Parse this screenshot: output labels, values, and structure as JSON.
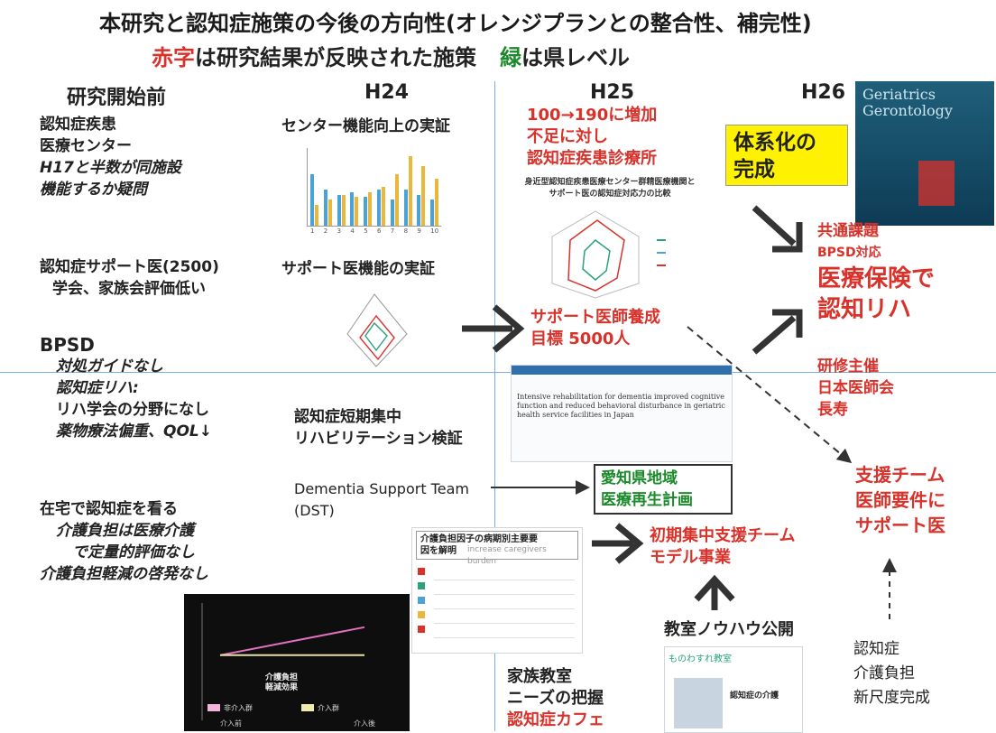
{
  "header": {
    "title": "本研究と認知症施策の今後の方向性(オレンジプランとの整合性、補完性)",
    "subtitle_red": "赤字",
    "subtitle_mid": "は研究結果が反映された施策",
    "subtitle_green": "緑",
    "subtitle_tail": "は県レベル"
  },
  "columns": {
    "pre": "研究開始前",
    "h24": "H24",
    "h25": "H25",
    "h26": "H26"
  },
  "pre_research": {
    "center_1": "認知症疾患",
    "center_2": "医療センター",
    "center_3": "H17と半数が同施設",
    "center_4": "機能するか疑問",
    "support_1": "認知症サポート医(2500)",
    "support_2": "学会、家族会評価低い",
    "bpsd_1": "BPSD",
    "bpsd_2": "対処ガイドなし",
    "bpsd_3": "認知症リハ:",
    "bpsd_4": "リハ学会の分野になし",
    "bpsd_5": "薬物療法偏重、QOL↓",
    "home_1": "在宅で認知症を看る",
    "home_2": "介護負担は医療介護",
    "home_3": "で定量的評価なし",
    "home_4": "介護負担軽減の啓発なし"
  },
  "h24": {
    "center_label": "センター機能向上の実証",
    "support_label": "サポート医機能の実証",
    "rehab_1": "認知症短期集中",
    "rehab_2": "リハビリテーション検証",
    "dst_1": "Dementia Support Team",
    "dst_2": "(DST)"
  },
  "h25": {
    "increase_1": "100→190に増加",
    "increase_2": "不足に対し",
    "increase_3": "認知症疾患診療所",
    "radar_title_1": "身近型認知症疾患医療センター群精医療機関と",
    "radar_title_2": "サポート医の認知症対応力の比較",
    "support_train_1": "サポート医師養成",
    "support_train_2": "目標 5000人",
    "paper_text_1": "Intensive rehabilitation for dementia improved cognitive",
    "paper_text_2": "function and reduced behavioral disturbance in geriatric",
    "paper_text_3": "health service facilities in Japan",
    "aichi_1": "愛知県地域",
    "aichi_2": "医療再生計画",
    "burden_title_1": "介護負担因子の病期別主要要",
    "burden_title_2": "因を解明",
    "burden_overlay": "increase caregivers burden",
    "initial_1": "初期集中支援チーム",
    "initial_2": "モデル事業",
    "knowhow": "教室ノウハウ公開",
    "family_1": "家族教室",
    "family_2": "ニーズの把握",
    "family_3": "認知症カフェ",
    "site_banner": "ものわすれ教室",
    "site_item": "認知症の介護"
  },
  "h26": {
    "systematize_1": "体系化の",
    "systematize_2": "完成",
    "journal_1": "Geriatrics",
    "journal_2": "Gerontology",
    "common_1": "共通課題",
    "common_2": "BPSD対応",
    "common_3": "医療保険で",
    "common_4": "認知リハ",
    "training_1": "研修主催",
    "training_2": "日本医師会",
    "training_3": "長寿",
    "team_1": "支援チーム",
    "team_2": "医師要件に",
    "team_3": "サポート医",
    "scale_1": "認知症",
    "scale_2": "介護負担",
    "scale_3": "新尺度完成"
  },
  "dark_chart": {
    "legend_1": "非介入群",
    "legend_2": "介入群",
    "label_1": "介護負担",
    "label_2": "軽減効果",
    "x_1": "介入前",
    "x_2": "介入後"
  },
  "chart_data": [
    {
      "type": "bar",
      "series": [
        {
          "values": [
            20,
            14,
            12,
            13,
            11,
            14,
            10,
            14,
            12,
            10
          ]
        },
        {
          "values": [
            8,
            10,
            12,
            11,
            13,
            15,
            20,
            27,
            23,
            18
          ]
        }
      ],
      "categories": [
        "1",
        "2",
        "3",
        "4",
        "5",
        "6",
        "7",
        "8",
        "9",
        "10"
      ],
      "ylim": [
        0,
        30
      ]
    },
    {
      "type": "line",
      "categories": [
        "介入前",
        "介入後"
      ],
      "series": [
        {
          "name": "非介入群",
          "values": [
            22,
            32
          ]
        },
        {
          "name": "介入群",
          "values": [
            22,
            22
          ]
        }
      ],
      "ylim": [
        0,
        40
      ]
    }
  ],
  "colors": {
    "accent_red": "#d8322b",
    "accent_green": "#1b8a2a",
    "highlight_yellow": "#fff200",
    "bar_blue": "#4aa3d6",
    "bar_yellow": "#e9b73a"
  }
}
